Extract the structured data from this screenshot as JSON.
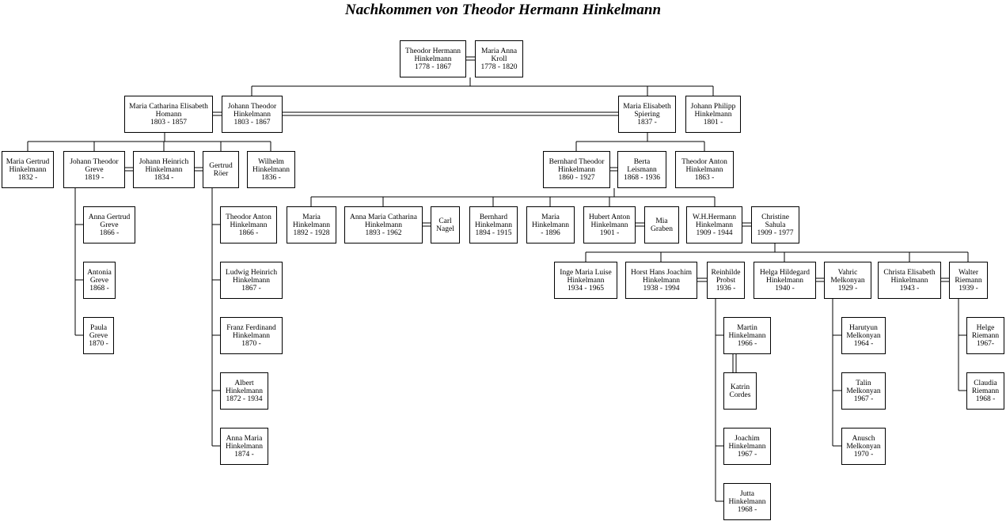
{
  "title": "Nachkommen von Theodor Hermann Hinkelmann",
  "persons": [
    {
      "id": "p1",
      "lines": [
        "Theodor Hermann",
        "Hinkelmann",
        "1778 - 1867"
      ]
    },
    {
      "id": "p2",
      "lines": [
        "Maria Anna",
        "Kroll",
        "1778 - 1820"
      ]
    },
    {
      "id": "p3",
      "lines": [
        "Maria Catharina Elisabeth",
        "Homann",
        "1803 - 1857"
      ]
    },
    {
      "id": "p4",
      "lines": [
        "Johann Theodor",
        "Hinkelmann",
        "1803 - 1867"
      ]
    },
    {
      "id": "p5",
      "lines": [
        "Maria Elisabeth",
        "Spiering",
        "1837 -"
      ]
    },
    {
      "id": "p6",
      "lines": [
        "Johann Philipp",
        "Hinkelmann",
        "1801 -"
      ]
    },
    {
      "id": "p7",
      "lines": [
        "Maria Gertrud",
        "Hinkelmann",
        "1832 -"
      ]
    },
    {
      "id": "p8",
      "lines": [
        "Johann Theodor",
        "Greve",
        "1819 -"
      ]
    },
    {
      "id": "p9",
      "lines": [
        "Johann Heinrich",
        "Hinkelmann",
        "1834 -"
      ]
    },
    {
      "id": "p10",
      "lines": [
        "Gertrud",
        "Röer"
      ]
    },
    {
      "id": "p11",
      "lines": [
        "Wilhelm",
        "Hinkelmann",
        "1836 -"
      ]
    },
    {
      "id": "p12",
      "lines": [
        "Bernhard Theodor",
        "Hinkelmann",
        "1860 - 1927"
      ]
    },
    {
      "id": "p13",
      "lines": [
        "Berta",
        "Leismann",
        "1868 - 1936"
      ]
    },
    {
      "id": "p14",
      "lines": [
        "Theodor Anton",
        "Hinkelmann",
        "1863 -"
      ]
    },
    {
      "id": "p15",
      "lines": [
        "Anna Gertrud",
        "Greve",
        "1866 -"
      ]
    },
    {
      "id": "p16",
      "lines": [
        "Antonia",
        "Greve",
        "1868 -"
      ]
    },
    {
      "id": "p17",
      "lines": [
        "Paula",
        "Greve",
        "1870 -"
      ]
    },
    {
      "id": "p18",
      "lines": [
        "Theodor Anton",
        "Hinkelmann",
        "1866 -"
      ]
    },
    {
      "id": "p19",
      "lines": [
        "Ludwig Heinrich",
        "Hinkelmann",
        "1867 -"
      ]
    },
    {
      "id": "p20",
      "lines": [
        "Franz Ferdinand",
        "Hinkelmann",
        "1870 -"
      ]
    },
    {
      "id": "p21",
      "lines": [
        "Albert",
        "Hinkelmann",
        "1872 - 1934"
      ]
    },
    {
      "id": "p22",
      "lines": [
        "Anna Maria",
        "Hinkelmann",
        "1874 -"
      ]
    },
    {
      "id": "p23",
      "lines": [
        "Maria",
        "Hinkelmann",
        "1892 - 1928"
      ]
    },
    {
      "id": "p24",
      "lines": [
        "Anna Maria Catharina",
        "Hinkelmann",
        "1893 - 1962"
      ]
    },
    {
      "id": "p25",
      "lines": [
        "Carl",
        "Nagel"
      ]
    },
    {
      "id": "p26",
      "lines": [
        "Bernhard",
        "Hinkelmann",
        "1894 - 1915"
      ]
    },
    {
      "id": "p27",
      "lines": [
        "Maria",
        "Hinkelmann",
        "- 1896"
      ]
    },
    {
      "id": "p28",
      "lines": [
        "Hubert Anton",
        "Hinkelmann",
        "1901 -"
      ]
    },
    {
      "id": "p29",
      "lines": [
        "Mia",
        "Graben"
      ]
    },
    {
      "id": "p30",
      "lines": [
        "W.H.Hermann",
        "Hinkelmann",
        "1909 - 1944"
      ]
    },
    {
      "id": "p31",
      "lines": [
        "Christine",
        "Sahula",
        "1909 - 1977"
      ]
    },
    {
      "id": "p32",
      "lines": [
        "Inge Maria Luise",
        "Hinkelmann",
        "1934 - 1965"
      ]
    },
    {
      "id": "p33",
      "lines": [
        "Horst Hans Joachim",
        "Hinkelmann",
        "1938 - 1994"
      ]
    },
    {
      "id": "p34",
      "lines": [
        "Reinhilde",
        "Probst",
        "1936 -"
      ]
    },
    {
      "id": "p35",
      "lines": [
        "Helga Hildegard",
        "Hinkelmann",
        "1940 -"
      ]
    },
    {
      "id": "p36",
      "lines": [
        "Vahric",
        "Melkonyan",
        "1929 -"
      ]
    },
    {
      "id": "p37",
      "lines": [
        "Christa Elisabeth",
        "Hinkelmann",
        "1943 -"
      ]
    },
    {
      "id": "p38",
      "lines": [
        "Walter",
        "Riemann",
        "1939 -"
      ]
    },
    {
      "id": "p39",
      "lines": [
        "Martin",
        "Hinkelmann",
        "1966 -"
      ]
    },
    {
      "id": "p40",
      "lines": [
        "Katrin",
        "Cordes"
      ]
    },
    {
      "id": "p41",
      "lines": [
        "Joachim",
        "Hinkelmann",
        "1967 -"
      ]
    },
    {
      "id": "p42",
      "lines": [
        "Jutta",
        "Hinkelmann",
        "1968 -"
      ]
    },
    {
      "id": "p43",
      "lines": [
        "Harutyun",
        "Melkonyan",
        "1964 -"
      ]
    },
    {
      "id": "p44",
      "lines": [
        "Talin",
        "Melkonyan",
        "1967 -"
      ]
    },
    {
      "id": "p45",
      "lines": [
        "Anusch",
        "Melkonyan",
        "1970 -"
      ]
    },
    {
      "id": "p46",
      "lines": [
        "Helge",
        "Riemann",
        "1967-"
      ]
    },
    {
      "id": "p47",
      "lines": [
        "Claudia",
        "Riemann",
        "1968 -"
      ]
    }
  ]
}
